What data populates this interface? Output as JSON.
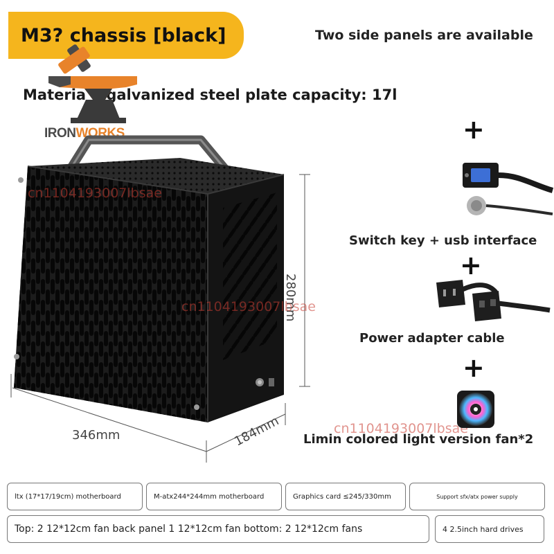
{
  "header": {
    "title": "M3? chassis [black]",
    "side_panels": "Two side panels are available",
    "material": "Materia    galvanized steel plate capacity: 17l"
  },
  "logo": {
    "word_iron": "IRON",
    "word_works": "WORKS"
  },
  "product": {
    "dimensions": {
      "height": "280mm",
      "width": "346mm",
      "depth": "184mm"
    }
  },
  "watermark": {
    "text1": "cn1104193007lbsae",
    "text2": "cn1104193007lbsae",
    "text3": "cn1104193007lbsae"
  },
  "accessories": {
    "plus": "+",
    "items": [
      {
        "label": "Switch key + usb interface"
      },
      {
        "label": "Power adapter cable"
      },
      {
        "label": "Limin colored light version fan*2"
      }
    ]
  },
  "specs": {
    "row1": [
      "ltx (17*17/19cm) motherboard",
      "M-atx244*244mm motherboard",
      "Graphics card ≤245/330mm",
      "Support sfx/atx power supply"
    ],
    "row2": [
      "Top: 2 12*12cm fan back panel 1 12*12cm fan bottom: 2 12*12cm fans",
      "4 2.5inch hard drives"
    ]
  },
  "colors": {
    "accent": "#f5b51d",
    "logo_orange": "#e8832a",
    "case": "#1c1c1c",
    "watermark": "#c83c32"
  }
}
